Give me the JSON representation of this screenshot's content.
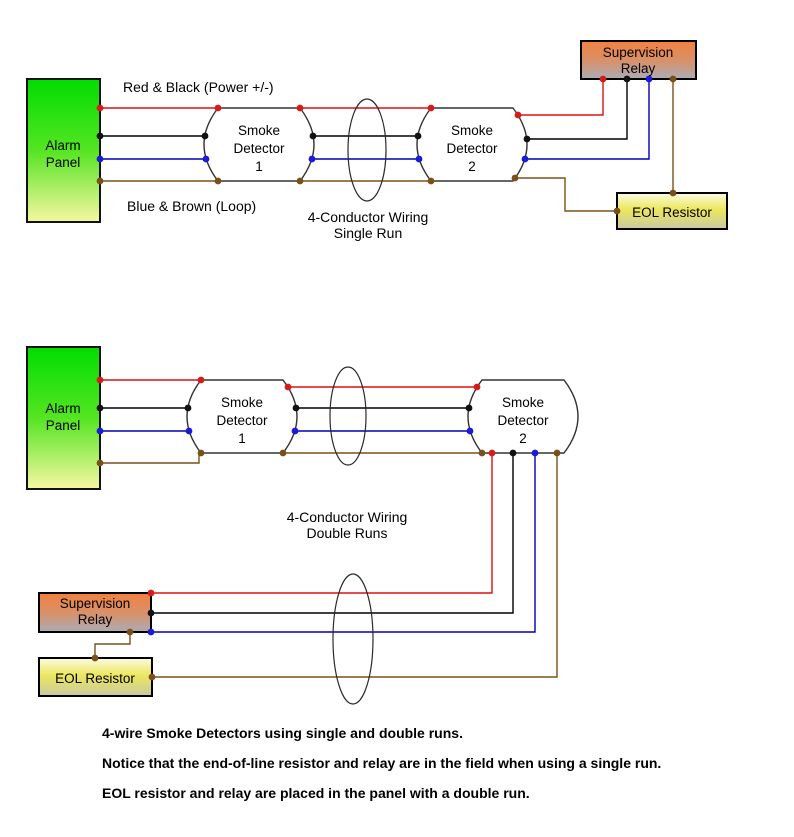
{
  "diagram_top": {
    "alarm_panel": {
      "line1": "Alarm",
      "line2": "Panel"
    },
    "detector1": {
      "line1": "Smoke",
      "line2": "Detector",
      "line3": "1"
    },
    "detector2": {
      "line1": "Smoke",
      "line2": "Detector",
      "line3": "2"
    },
    "relay": {
      "line1": "Supervision",
      "line2": "Relay"
    },
    "eol": {
      "label": "EOL Resistor"
    },
    "power_label": "Red & Black (Power +/-)",
    "loop_label": "Blue & Brown (Loop)",
    "wiring_label": {
      "line1": "4-Conductor Wiring",
      "line2": "Single Run"
    }
  },
  "diagram_bottom": {
    "alarm_panel": {
      "line1": "Alarm",
      "line2": "Panel"
    },
    "detector1": {
      "line1": "Smoke",
      "line2": "Detector",
      "line3": "1"
    },
    "detector2": {
      "line1": "Smoke",
      "line2": "Detector",
      "line3": "2"
    },
    "relay": {
      "line1": "Supervision",
      "line2": "Relay"
    },
    "eol": {
      "label": "EOL Resistor"
    },
    "wiring_label": {
      "line1": "4-Conductor Wiring",
      "line2": "Double Runs"
    }
  },
  "captions": {
    "line1": "4-wire Smoke Detectors using single and double runs.",
    "line2": "Notice that the end-of-line resistor and relay are in the field when using a single run.",
    "line3": "EOL resistor and relay are placed in the panel with a double run."
  },
  "colors": {
    "wire_red": "#dd1111",
    "wire_black": "#000000",
    "wire_blue": "#0000b0",
    "wire_brown": "#7b5018",
    "panel_green_top": "#00dd00",
    "panel_yellow_bottom": "#f7f7a2",
    "relay_orange_top": "#f1813f",
    "relay_gray_bottom": "#abacb6",
    "eol_yellow": "#ece75e"
  }
}
